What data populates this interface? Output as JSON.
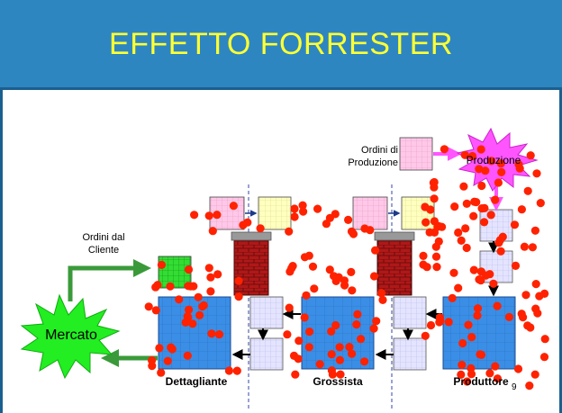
{
  "title": "EFFETTO FORRESTER",
  "labels": {
    "ordini_cliente_line1": "Ordini dal",
    "ordini_cliente_line2": "Cliente",
    "ordini_produzione_line1": "Ordini di",
    "ordini_produzione_line2": "Produzione",
    "produzione": "Produzione",
    "mercato": "Mercato",
    "dettagliante": "Dettagliante",
    "grossista": "Grossista",
    "produttore": "Produttore"
  },
  "page_number": "9",
  "colors": {
    "title_bar": "#2e86c1",
    "title_text": "#ffff33",
    "inventory_box": "#3a8ee6",
    "dot": "#ff2200",
    "mercato_star": "#22ee22",
    "produzione_star": "#ff55ff",
    "arrow_green": "#3a9a3a",
    "order_pink": "#ffc8e8",
    "order_yellow": "#ffffc0",
    "order_green": "#33dd33",
    "order_lavender": "#e4e4ff",
    "brick": "#b01818"
  }
}
